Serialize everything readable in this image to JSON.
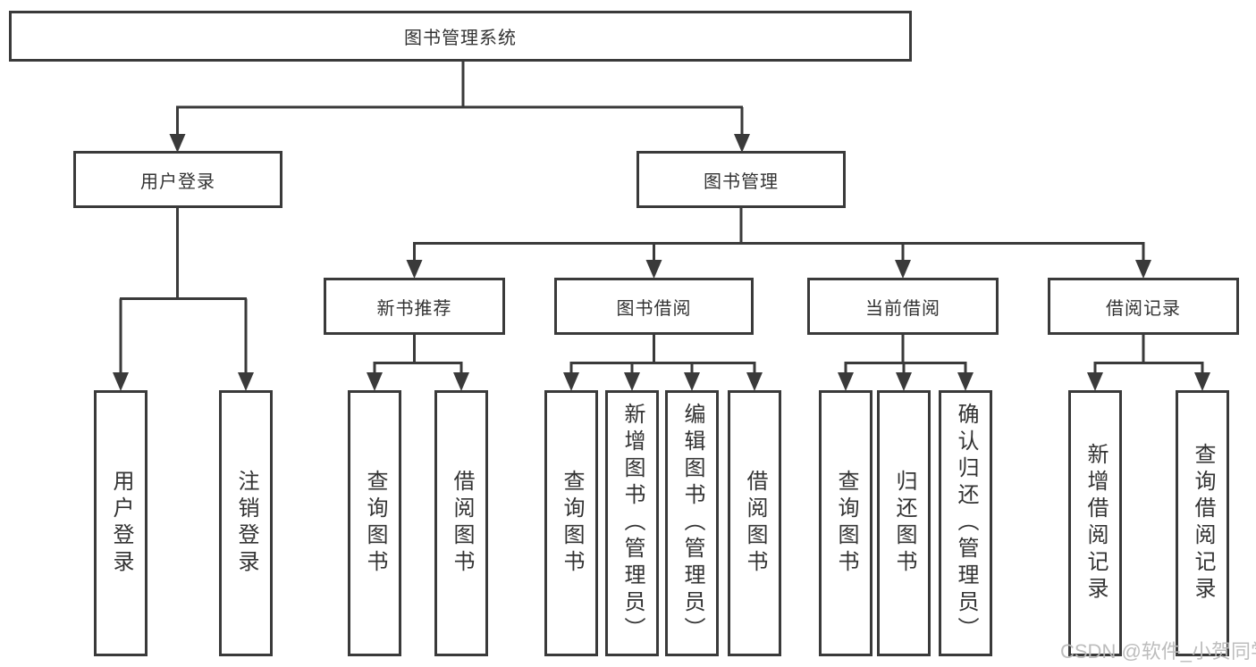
{
  "nodes": {
    "root": "图书管理系统",
    "user_login_branch": "用户登录",
    "book_mgmt_branch": "图书管理",
    "new_book_rec": "新书推荐",
    "book_borrow": "图书借阅",
    "current_borrow": "当前借阅",
    "borrow_records": "借阅记录",
    "leaf_user_login": "用户登录",
    "leaf_logout": "注销登录",
    "leaf_rec_query_book": "查询图书",
    "leaf_rec_borrow_book": "借阅图书",
    "leaf_bor_query_book": "查询图书",
    "leaf_bor_add_book": "新增图书（管理员）",
    "leaf_bor_edit_book": "编辑图书（管理员）",
    "leaf_bor_borrow_book": "借阅图书",
    "leaf_cur_query_book": "查询图书",
    "leaf_cur_return_book": "归还图书",
    "leaf_cur_confirm_return": "确认归还（管理员）",
    "leaf_recs_add_record": "新增借阅记录",
    "leaf_recs_query_record": "查询借阅记录"
  },
  "watermark": "CSDN @软件_小贺同学",
  "colors": {
    "line": "#3a3a3a",
    "background": "#ffffff",
    "watermark": "#b9b9b9"
  }
}
